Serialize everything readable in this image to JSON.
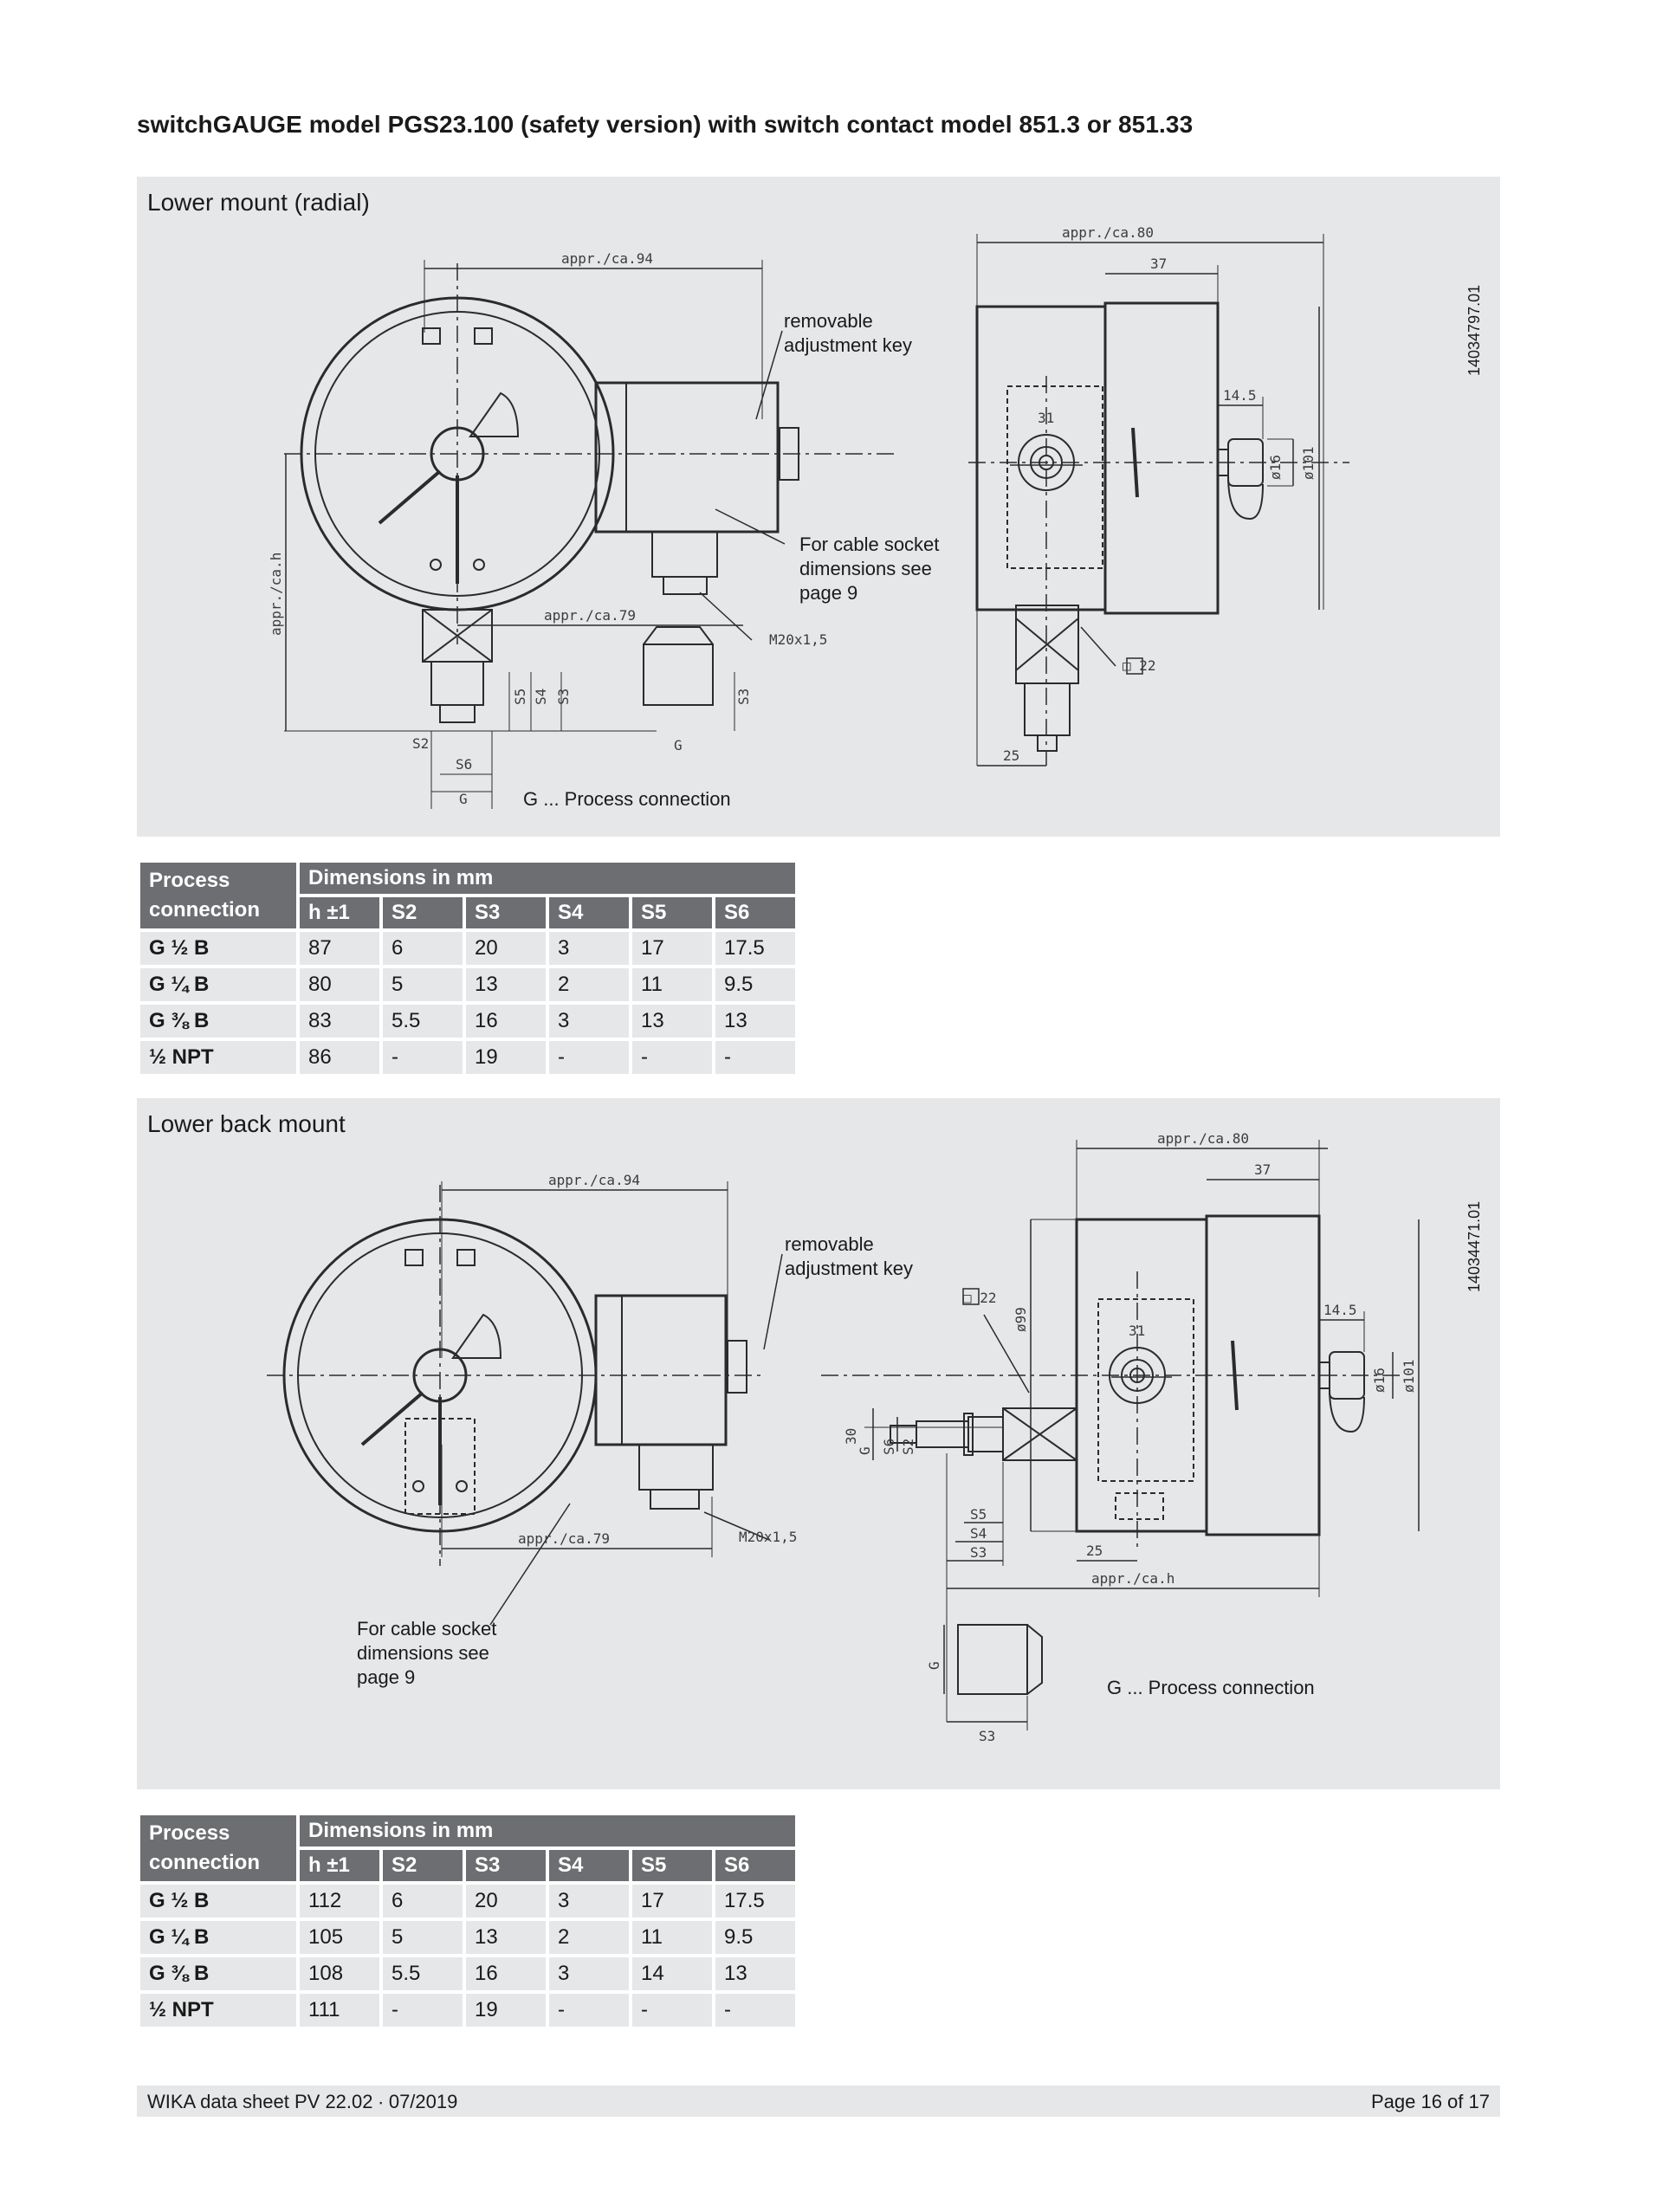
{
  "title": "switchGAUGE model PGS23.100 (safety version) with switch contact model 851.3 or 851.33",
  "section1": {
    "heading": "Lower mount (radial)",
    "drawing_no": "14034797.01",
    "labels": {
      "appr94": "appr./ca.94",
      "appr80": "appr./ca.80",
      "d37": "37",
      "d14_5": "14.5",
      "d31": "31",
      "d16": "ø16",
      "d101": "ø101",
      "appr79": "appr./ca.79",
      "apprh": "appr./ca.h",
      "m20": "M20x1,5",
      "sq22": "□ 22",
      "d25": "25",
      "s2": "S2",
      "s3": "S3",
      "s4": "S4",
      "s5": "S5",
      "s6": "S6",
      "g": "G"
    },
    "notes": {
      "key1": "removable",
      "key2": "adjustment key",
      "cable1": "For cable socket",
      "cable2": "dimensions see",
      "cable3": "page 9",
      "process": "G ... Process connection"
    }
  },
  "table1": {
    "col0_line1": "Process",
    "col0_line2": "connection",
    "group": "Dimensions in mm",
    "headers": [
      "h ±1",
      "S2",
      "S3",
      "S4",
      "S5",
      "S6"
    ],
    "rows": [
      [
        "G ½ B",
        "87",
        "6",
        "20",
        "3",
        "17",
        "17.5"
      ],
      [
        "G ¼ B",
        "80",
        "5",
        "13",
        "2",
        "11",
        "9.5"
      ],
      [
        "G ⅜ B",
        "83",
        "5.5",
        "16",
        "3",
        "13",
        "13"
      ],
      [
        "½ NPT",
        "86",
        "-",
        "19",
        "-",
        "-",
        "-"
      ]
    ]
  },
  "section2": {
    "heading": "Lower back mount",
    "drawing_no": "14034471.01",
    "labels": {
      "appr94": "appr./ca.94",
      "appr80": "appr./ca.80",
      "d37": "37",
      "d14_5": "14.5",
      "d31": "31",
      "d16": "ø16",
      "d101": "ø101",
      "d99": "ø99",
      "d30": "30",
      "appr79": "appr./ca.79",
      "apprh": "appr./ca.h",
      "m20": "M20x1,5",
      "sq22": "□ 22",
      "d25": "25",
      "s2": "S2",
      "s3": "S3",
      "s4": "S4",
      "s5": "S5",
      "s6": "S6",
      "g": "G"
    },
    "notes": {
      "key1": "removable",
      "key2": "adjustment key",
      "cable1": "For cable socket",
      "cable2": "dimensions see",
      "cable3": "page 9",
      "process": "G ... Process connection"
    }
  },
  "table2": {
    "col0_line1": "Process",
    "col0_line2": "connection",
    "group": "Dimensions in mm",
    "headers": [
      "h ±1",
      "S2",
      "S3",
      "S4",
      "S5",
      "S6"
    ],
    "rows": [
      [
        "G ½ B",
        "112",
        "6",
        "20",
        "3",
        "17",
        "17.5"
      ],
      [
        "G ¼ B",
        "105",
        "5",
        "13",
        "2",
        "11",
        "9.5"
      ],
      [
        "G ⅜ B",
        "108",
        "5.5",
        "16",
        "3",
        "14",
        "13"
      ],
      [
        "½ NPT",
        "111",
        "-",
        "19",
        "-",
        "-",
        "-"
      ]
    ]
  },
  "footer": {
    "left": "WIKA data sheet PV 22.02 ∙ 07/2019",
    "right": "Page 16 of 17"
  }
}
